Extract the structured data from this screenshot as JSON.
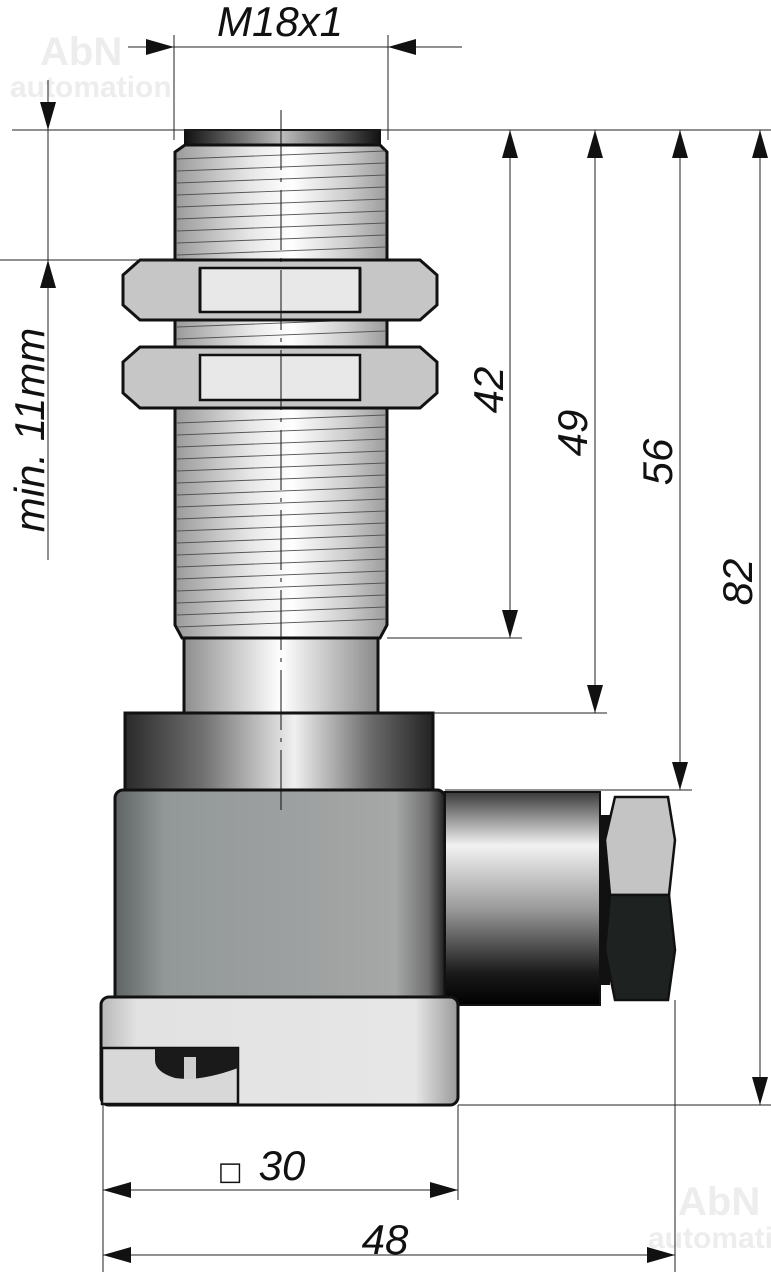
{
  "title": "Inductive sensor M18x1 with angled connector — dimension drawing",
  "watermark": {
    "line1": "AbN",
    "line2": "automation"
  },
  "dimensions": {
    "thread": "M18x1",
    "min_mounting": "min. 11mm",
    "thread_length": "42",
    "body_length": "49",
    "collar_length": "56",
    "total_length": "82",
    "housing_square_symbol": "□",
    "housing_square": "30",
    "total_width": "48"
  },
  "colors": {
    "outline": "#111111",
    "body_grey": "#a3a5a5",
    "base_light": "#e4e4e4",
    "nut_grey": "#c8c8c8"
  }
}
